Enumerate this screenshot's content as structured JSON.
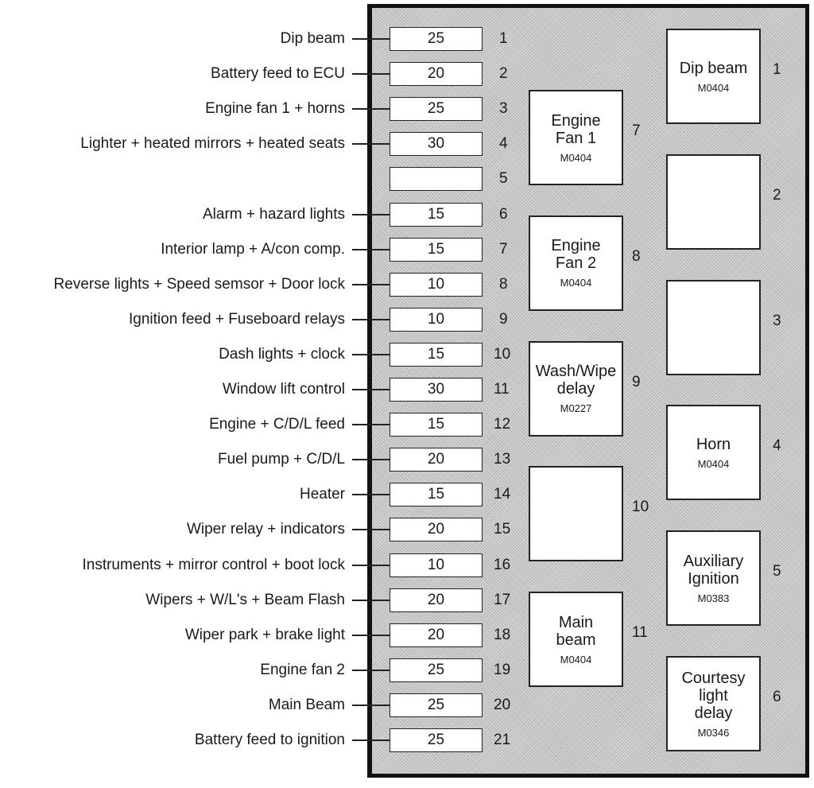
{
  "fuses": [
    {
      "label": "Dip beam",
      "rating": "25",
      "num": "1"
    },
    {
      "label": "Battery feed to ECU",
      "rating": "20",
      "num": "2"
    },
    {
      "label": "Engine fan 1 + horns",
      "rating": "25",
      "num": "3"
    },
    {
      "label": "Lighter + heated mirrors + heated seats",
      "rating": "30",
      "num": "4"
    },
    {
      "label": "",
      "rating": "",
      "num": "5"
    },
    {
      "label": "Alarm + hazard lights",
      "rating": "15",
      "num": "6"
    },
    {
      "label": "Interior lamp + A/con comp.",
      "rating": "15",
      "num": "7"
    },
    {
      "label": "Reverse lights + Speed semsor + Door lock",
      "rating": "10",
      "num": "8"
    },
    {
      "label": "Ignition feed + Fuseboard relays",
      "rating": "10",
      "num": "9"
    },
    {
      "label": "Dash lights + clock",
      "rating": "15",
      "num": "10"
    },
    {
      "label": "Window lift control",
      "rating": "30",
      "num": "11"
    },
    {
      "label": "Engine + C/D/L feed",
      "rating": "15",
      "num": "12"
    },
    {
      "label": "Fuel pump + C/D/L",
      "rating": "20",
      "num": "13"
    },
    {
      "label": "Heater",
      "rating": "15",
      "num": "14"
    },
    {
      "label": "Wiper relay + indicators",
      "rating": "20",
      "num": "15"
    },
    {
      "label": "Instruments + mirror control + boot lock",
      "rating": "10",
      "num": "16"
    },
    {
      "label": "Wipers + W/L's + Beam Flash",
      "rating": "20",
      "num": "17"
    },
    {
      "label": "Wiper park + brake light",
      "rating": "20",
      "num": "18"
    },
    {
      "label": "Engine fan 2",
      "rating": "25",
      "num": "19"
    },
    {
      "label": "Main Beam",
      "rating": "25",
      "num": "20"
    },
    {
      "label": "Battery feed to ignition",
      "rating": "25",
      "num": "21"
    }
  ],
  "relays_left": [
    {
      "name": "Engine\nFan 1",
      "code": "M0404",
      "num": "7"
    },
    {
      "name": "Engine\nFan 2",
      "code": "M0404",
      "num": "8"
    },
    {
      "name": "Wash/Wipe\ndelay",
      "code": "M0227",
      "num": "9"
    },
    {
      "name": "",
      "code": "",
      "num": "10"
    },
    {
      "name": "Main\nbeam",
      "code": "M0404",
      "num": "11"
    }
  ],
  "relays_right": [
    {
      "name": "Dip beam",
      "code": "M0404",
      "num": "1"
    },
    {
      "name": "",
      "code": "",
      "num": "2"
    },
    {
      "name": "",
      "code": "",
      "num": "3"
    },
    {
      "name": "Horn",
      "code": "M0404",
      "num": "4"
    },
    {
      "name": "Auxiliary\nIgnition",
      "code": "M0383",
      "num": "5"
    },
    {
      "name": "Courtesy\nlight\ndelay",
      "code": "M0346",
      "num": "6"
    }
  ]
}
